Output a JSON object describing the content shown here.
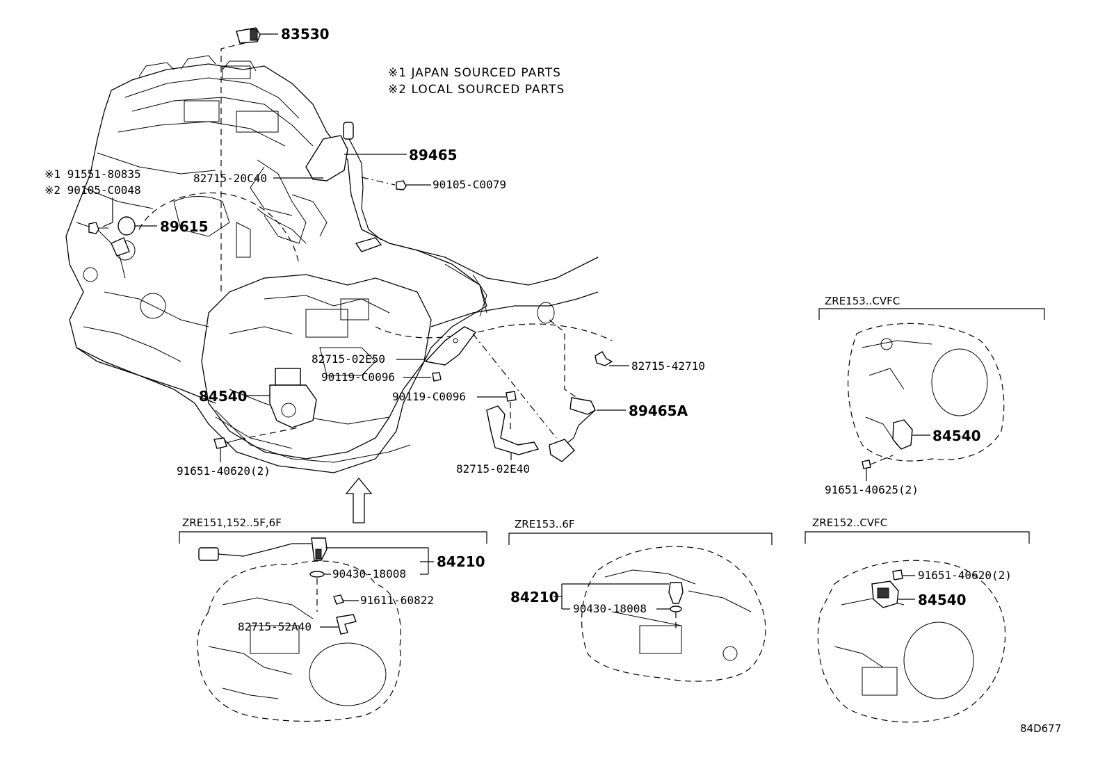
{
  "notes": {
    "japan": "※1 JAPAN SOURCED PARTS",
    "local": "※2 LOCAL SOURCED PARTS"
  },
  "labels": {
    "p83530": "83530",
    "p89465": "89465",
    "p90105c0079": "90105-C0079",
    "p82715_20c40": "82715-20C40",
    "p91551": "※1 91551-80835",
    "p90105c0048": "※2 90105-C0048",
    "p89615": "89615",
    "p82715_02e50": "82715-02E50",
    "p82715_42710": "82715-42710",
    "p90119a": "90119-C0096",
    "p90119b": "90119-C0096",
    "p84540_main": "84540",
    "p89465a": "89465A",
    "p91651_main": "91651-40620(2)",
    "p82715_02e40": "82715-02E40",
    "p84210_a": "84210",
    "p90430_a": "90430-18008",
    "p91611": "91611-60822",
    "p82715_52a40": "82715-52A40",
    "p84210_b": "84210",
    "p90430_b": "90430-18008",
    "p84540_cvfc153": "84540",
    "p91651_40625": "91651-40625(2)",
    "p91651_cvfc152": "91651-40620(2)",
    "p84540_cvfc152": "84540"
  },
  "variants": {
    "zre153_cvfc": "ZRE153..CVFC",
    "zre151_152": "ZRE151,152..5F,6F",
    "zre153_6f": "ZRE153..6F",
    "zre152_cvfc": "ZRE152..CVFC"
  },
  "diagram_code": "84D677"
}
